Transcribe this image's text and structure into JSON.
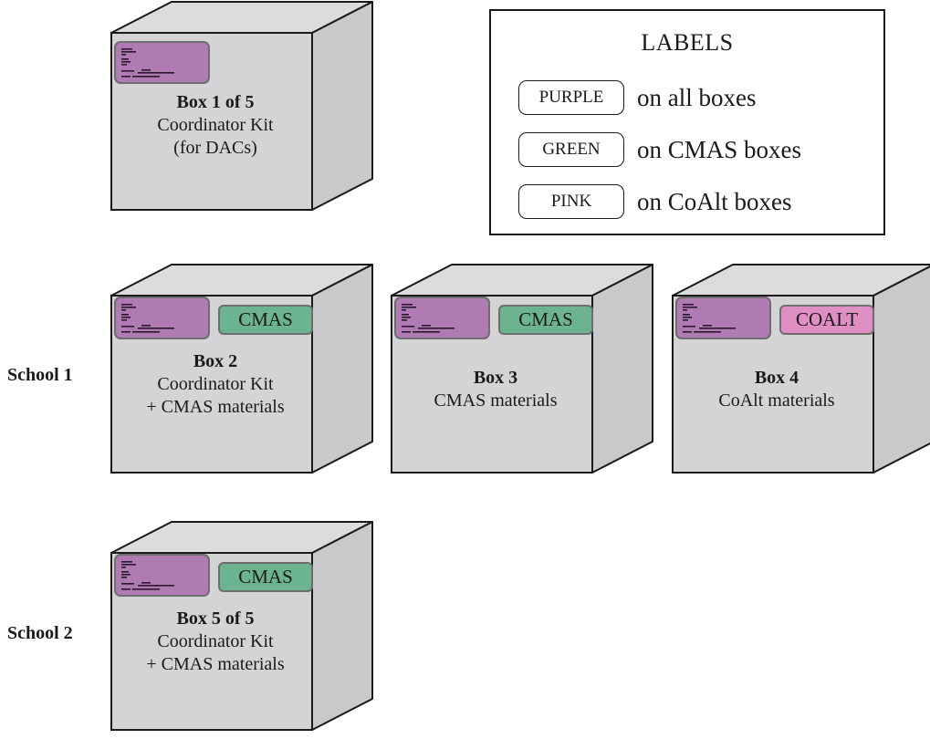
{
  "legend": {
    "title": "LABELS",
    "rows": [
      {
        "pill": "PURPLE",
        "text": "on all boxes"
      },
      {
        "pill": "GREEN",
        "text": "on CMAS boxes"
      },
      {
        "pill": "PINK",
        "text": "on CoAlt boxes"
      }
    ]
  },
  "schools": {
    "school1": "School 1",
    "school2": "School 2"
  },
  "boxes": {
    "box1": {
      "title": "Box 1 of 5",
      "line1": "Coordinator Kit",
      "line2": "(for DACs)"
    },
    "box2": {
      "title": "Box 2",
      "line1": "Coordinator Kit",
      "line2": "+ CMAS materials",
      "tag": "CMAS"
    },
    "box3": {
      "title": "Box 3",
      "line1": "CMAS materials",
      "tag": "CMAS"
    },
    "box4": {
      "title": "Box 4",
      "line1": "CoAlt materials",
      "tag": "COALT"
    },
    "box5": {
      "title": "Box 5 of 5",
      "line1": "Coordinator Kit",
      "line2": "+ CMAS materials",
      "tag": "CMAS"
    }
  },
  "colors": {
    "box_face": "#d4d4d6",
    "box_side": "#c9c9cb",
    "box_top": "#dcdcde",
    "purple_label": "#b07ab3",
    "green_tag": "#6cb48f",
    "pink_tag": "#e08fc4"
  }
}
